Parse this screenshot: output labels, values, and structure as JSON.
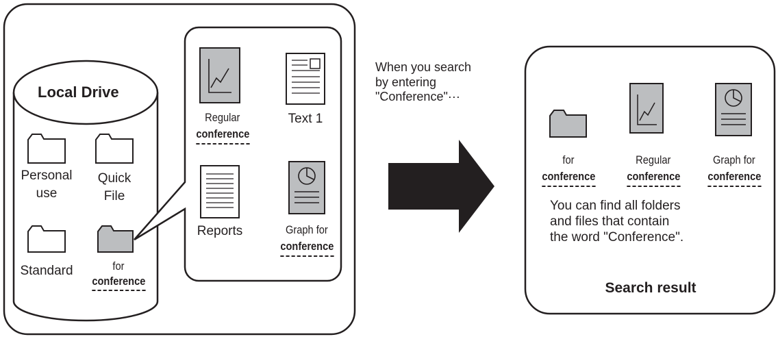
{
  "local_drive": {
    "title": "Local Drive",
    "folders": [
      {
        "line1": "Personal",
        "line2": "use"
      },
      {
        "line1": "Quick",
        "line2": "File"
      },
      {
        "line1": "Standard"
      },
      {
        "line1": "for",
        "line2": "conference"
      }
    ]
  },
  "folder_contents": {
    "regular": {
      "line1": "Regular",
      "line2": "conference"
    },
    "text1": {
      "line1": "Text 1"
    },
    "reports": {
      "line1": "Reports"
    },
    "graph": {
      "line1": "Graph for",
      "line2": "conference"
    }
  },
  "arrow_caption": {
    "line1": "When you search",
    "line2": "by entering",
    "line3": "\"Conference\"···"
  },
  "search_result": {
    "items": [
      {
        "line1": "for",
        "line2": "conference"
      },
      {
        "line1": "Regular",
        "line2": "conference"
      },
      {
        "line1": "Graph for",
        "line2": "conference"
      }
    ],
    "description": {
      "line1": "You can find all folders",
      "line2": "and files that contain",
      "line3": "the word \"Conference\"."
    },
    "title": "Search result"
  },
  "colors": {
    "ink": "#231f20",
    "highlight_fill": "#bcbec0",
    "background": "#ffffff"
  }
}
